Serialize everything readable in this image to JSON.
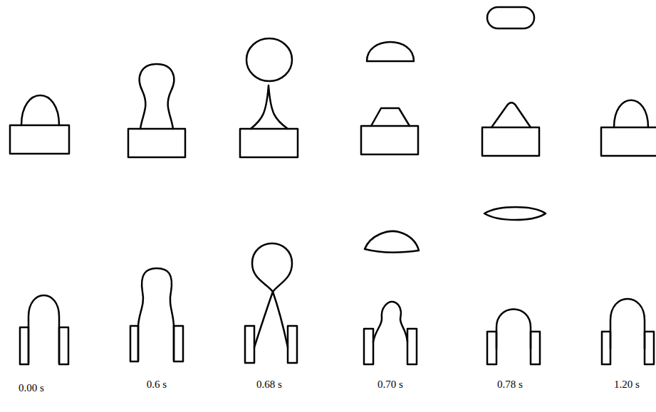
{
  "diagram": {
    "labels": [
      "0.00 s",
      "0.6 s",
      "0.68 s",
      "0.70 s",
      "0.78 s",
      "1.20 s"
    ]
  }
}
